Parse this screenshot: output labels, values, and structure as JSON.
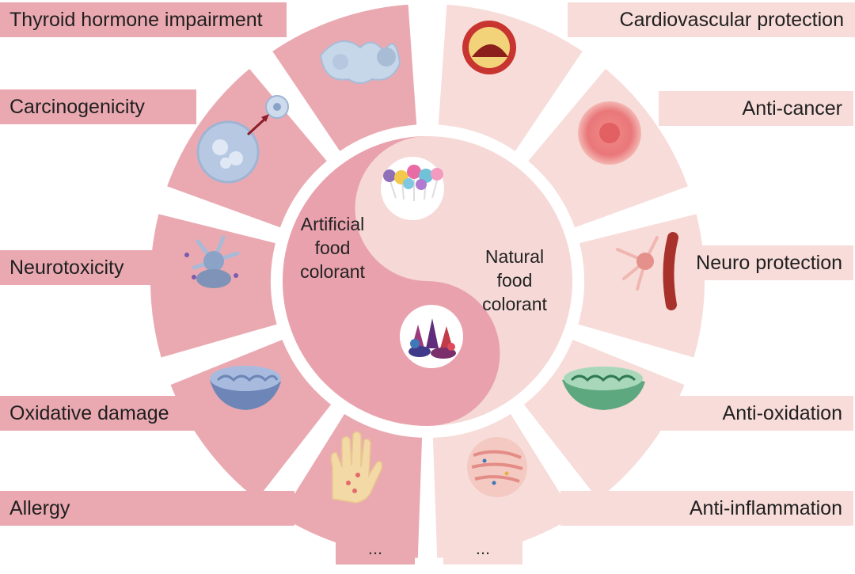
{
  "left_labels": [
    "Thyroid hormone impairment",
    "Carcinogenicity",
    "Neurotoxicity",
    "Oxidative damage",
    "Allergy"
  ],
  "right_labels": [
    "Cardiovascular protection",
    "Anti-cancer",
    "Neuro protection",
    "Anti-oxidation",
    "Anti-inflammation"
  ],
  "center": {
    "artificial": [
      "Artificial",
      "food",
      "colorant"
    ],
    "natural": [
      "Natural",
      "food",
      "colorant"
    ]
  },
  "more_left": "...",
  "more_right": "...",
  "colors": {
    "artificial_dark": "#eaa9b1",
    "artificial_core": "#e9a2ad",
    "natural_light": "#f7dcd9",
    "natural_core": "#f6d9d6"
  },
  "icons": {
    "left": [
      "thyroid-icon",
      "cancer-cell-icon",
      "neuron-icon",
      "mitochondria-icon",
      "allergic-hand-icon"
    ],
    "right": [
      "artery-icon",
      "tumor-cell-icon",
      "protected-neuron-icon",
      "healthy-mitochondria-icon",
      "inflamed-tissue-icon"
    ],
    "center": [
      "lollipops-icon",
      "natural-dyes-icon"
    ]
  }
}
